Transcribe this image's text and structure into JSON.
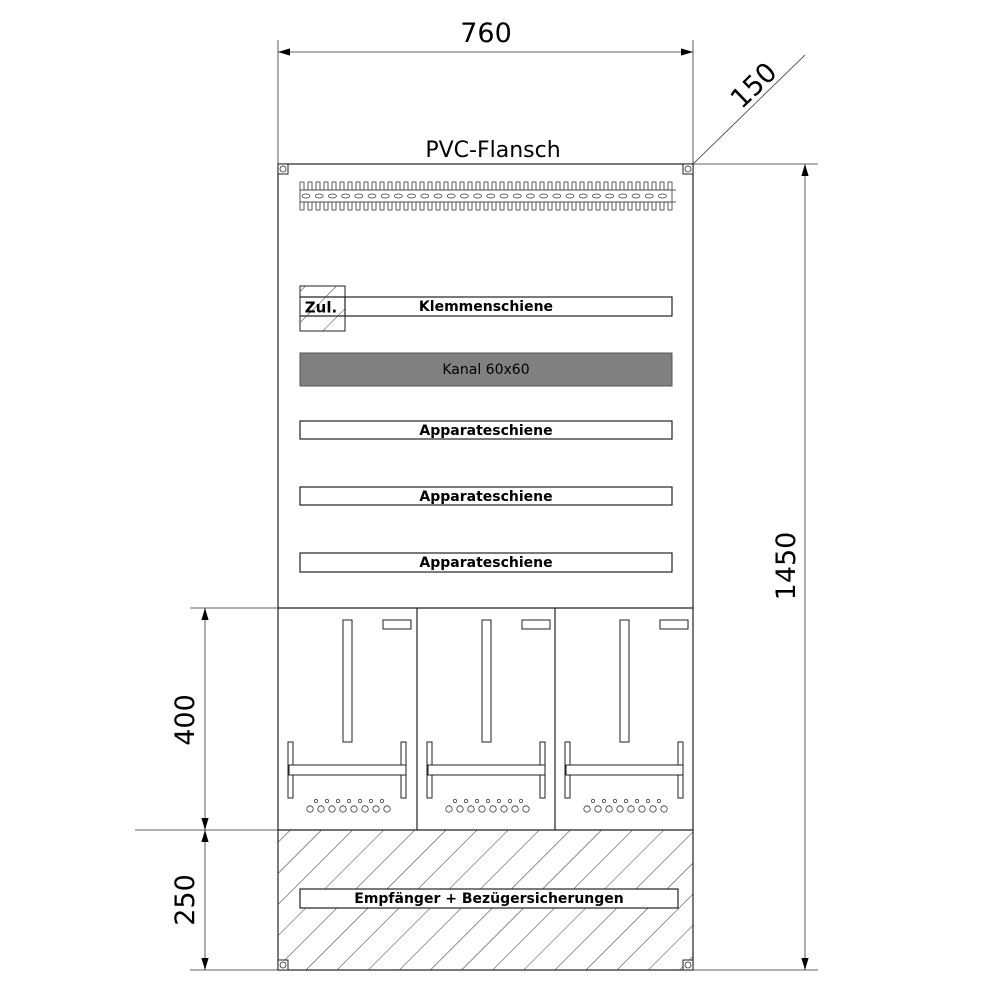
{
  "dimensions": {
    "width": "760",
    "depth": "150",
    "height": "1450",
    "meter_section": "400",
    "bottom_section": "250"
  },
  "top_label": "PVC-Flansch",
  "rails": {
    "zul": "Zul.",
    "klemmenschiene": "Klemmenschiene",
    "kanal": "Kanal  60x60",
    "apparateschiene": [
      "Apparateschiene",
      "Apparateschiene",
      "Apparateschiene"
    ]
  },
  "bottom_label": "Empfänger + Bezügersicherungen",
  "colors": {
    "kanal_fill": "#808080",
    "line": "#222222"
  }
}
